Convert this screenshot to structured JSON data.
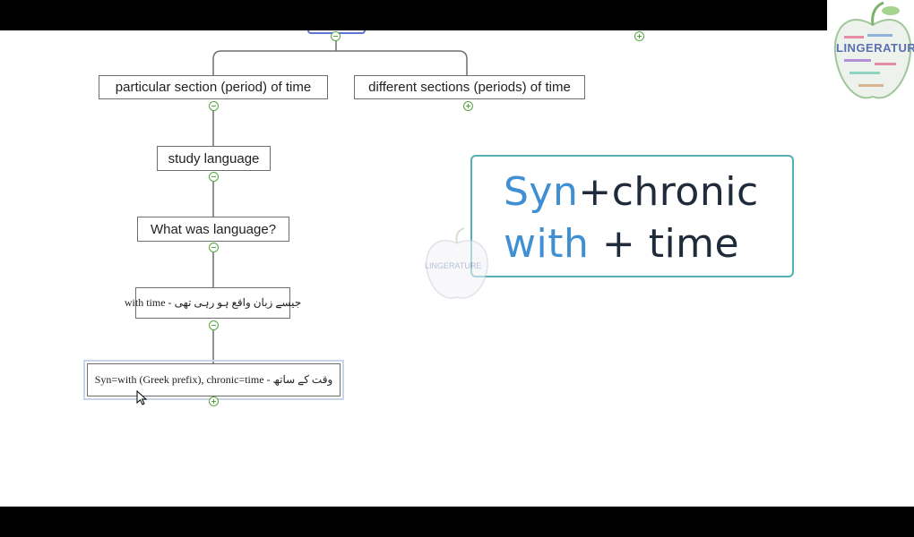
{
  "mindmap": {
    "nodes": {
      "particular": "particular section (period) of time",
      "different": "different sections (periods) of time",
      "study": "study language",
      "what": "What  was language?",
      "with_time": "with time - جیسے زبان واقع ہو رہی تھی",
      "syn": "Syn=with (Greek prefix), chronic=time - وقت کے ساتھ"
    }
  },
  "callout": {
    "line1_part1": "Syn",
    "line1_part2": "+chronic",
    "line2_part1": "with",
    "line2_part2": " + time"
  },
  "logo": {
    "brand": "LINGERATURE"
  },
  "watermark": {
    "brand": "LINGERATURE"
  },
  "colors": {
    "accent_blue": "#3e8fd4",
    "dark_text": "#1f2b3a",
    "callout_border": "#55b0b5",
    "toggle_green": "#55a43f",
    "selected_blue": "#5a74d8"
  },
  "icons": {
    "collapse": "minus-circle-icon",
    "expand": "plus-circle-icon",
    "cursor": "mouse-pointer-icon"
  }
}
